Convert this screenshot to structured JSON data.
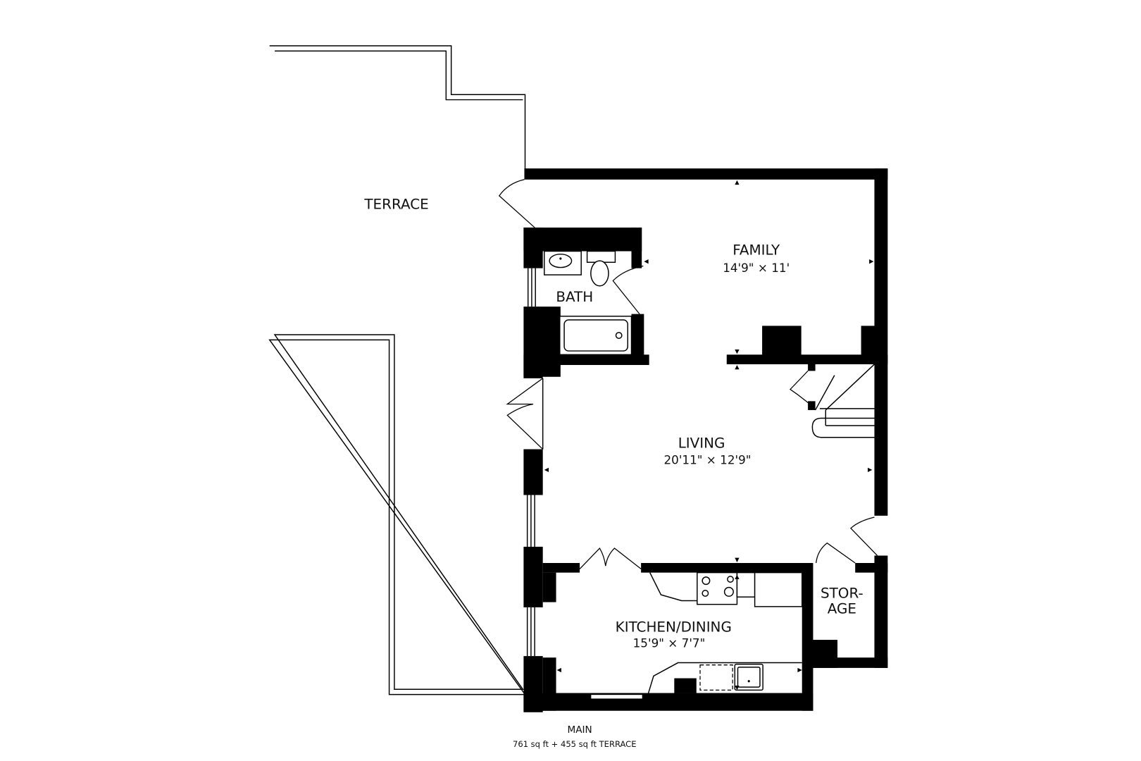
{
  "floor_plan": {
    "level_label": "MAIN",
    "area_summary": "761 sq ft + 455 sq ft TERRACE",
    "colors": {
      "walls": "#000000",
      "background": "#ffffff",
      "text": "#111111"
    },
    "rooms": [
      {
        "id": "terrace",
        "name": "TERRACE",
        "dimensions": ""
      },
      {
        "id": "family",
        "name": "FAMILY",
        "dimensions": "14'9\" × 11'"
      },
      {
        "id": "bath",
        "name": "BATH",
        "dimensions": ""
      },
      {
        "id": "living",
        "name": "LIVING",
        "dimensions": "20'11\" × 12'9\""
      },
      {
        "id": "kitchen",
        "name": "KITCHEN/DINING",
        "dimensions": "15'9\" × 7'7\""
      },
      {
        "id": "storage",
        "name": "STOR-",
        "name_line2": "AGE",
        "dimensions": ""
      }
    ],
    "fixtures": [
      "sink-icon",
      "toilet-icon",
      "bathtub-icon",
      "stove-icon",
      "kitchen-sink-icon",
      "dishwasher-icon",
      "stairs-icon"
    ]
  }
}
